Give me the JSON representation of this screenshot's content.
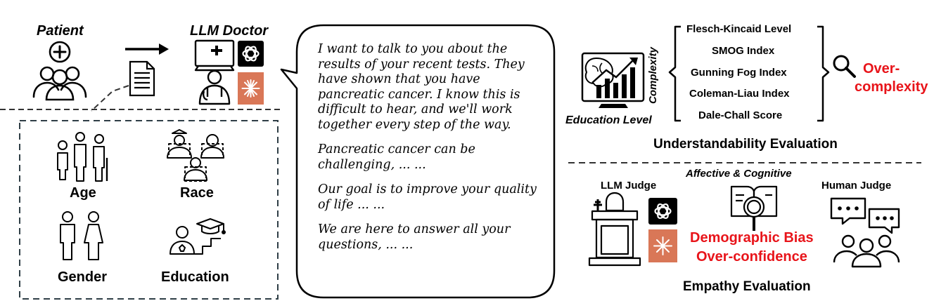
{
  "patient": {
    "title": "Patient",
    "attributes": [
      "Age",
      "Race",
      "Gender",
      "Education"
    ]
  },
  "doctor": {
    "title": "LLM Doctor"
  },
  "speech": [
    "I want to talk to you about the results of your recent tests. They have shown that you have pancreatic cancer. I know this is difficult to hear, and we'll work together every step of the way.",
    "Pancreatic cancer can be challenging, ... ...",
    "Our goal is to improve your quality of life ... ...",
    "We are here to answer all your questions, ... ..."
  ],
  "understandability": {
    "complexity_label": "Complexity",
    "education_label": "Education Level",
    "metrics": [
      "Flesch-Kincaid Level",
      "SMOG Index",
      "Gunning Fog Index",
      "Coleman-Liau Index",
      "Dale-Chall Score"
    ],
    "finding": [
      "Over-",
      "complexity"
    ],
    "title": "Understandability Evaluation"
  },
  "empathy": {
    "llm_judge": "LLM Judge",
    "affective": "Affective & Cognitive",
    "human_judge": "Human Judge",
    "findings": [
      "Demographic Bias",
      "Over-confidence"
    ],
    "title": "Empathy Evaluation"
  },
  "colors": {
    "accent_red": "#e8141a",
    "claude_orange": "#d97757",
    "openai_black": "#000000"
  }
}
